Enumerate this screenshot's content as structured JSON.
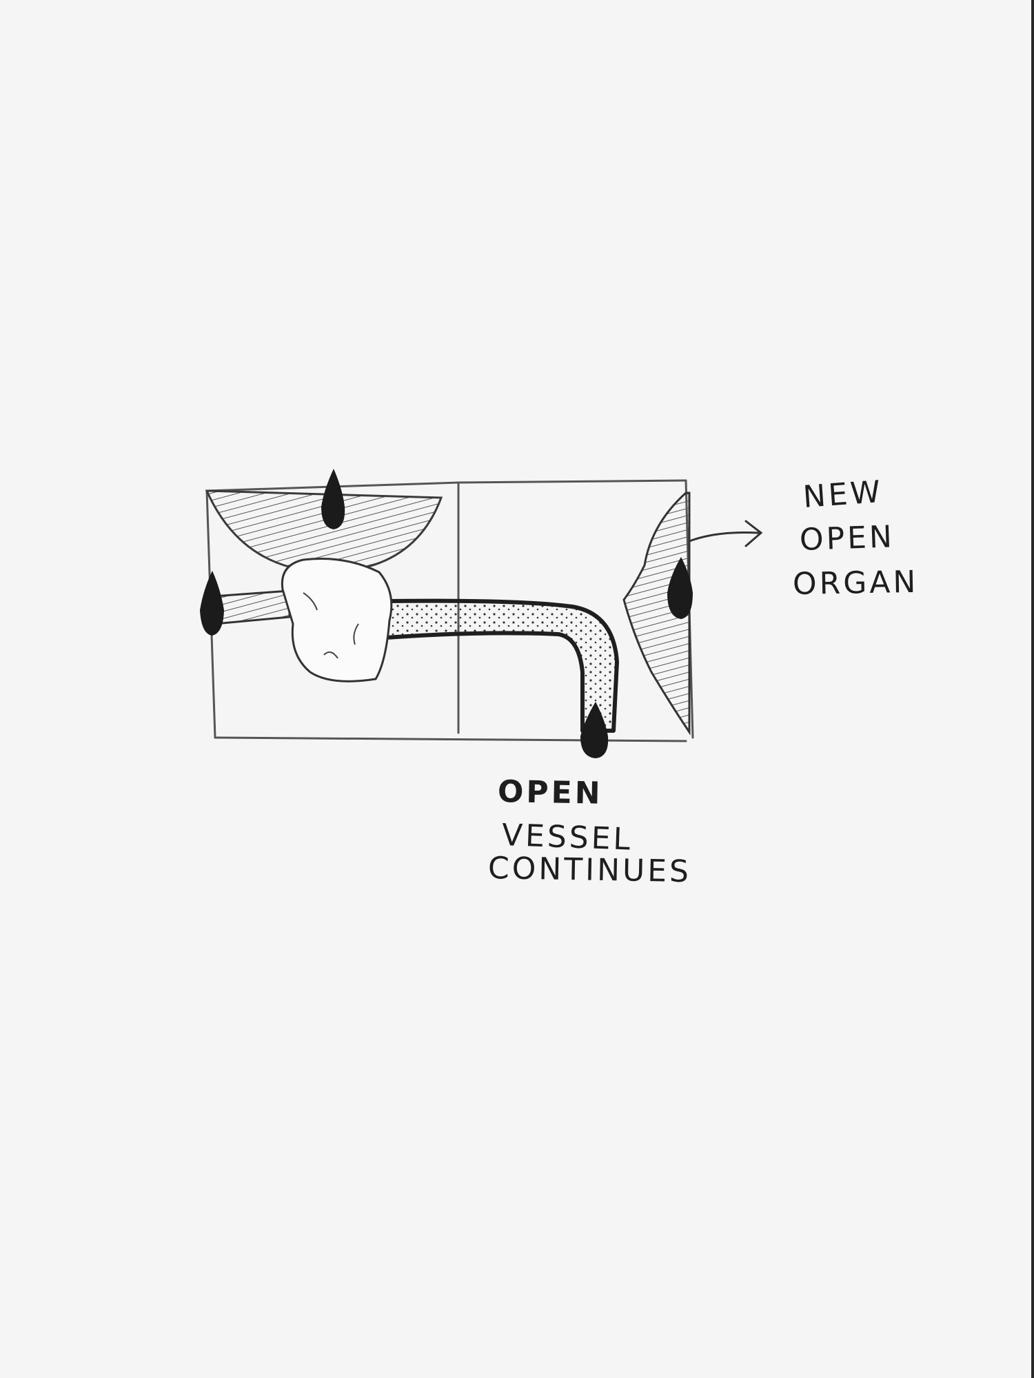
{
  "labels": {
    "new_open_organ": [
      "NEW",
      "OPEN",
      "ORGAN"
    ],
    "open_vessel_continues": [
      "OPEN",
      "VESSEL",
      "CONTINUES"
    ]
  },
  "colors": {
    "paper": "#f5f5f5",
    "pencil": "#4a4a4a",
    "ink": "#1a1a1a"
  }
}
